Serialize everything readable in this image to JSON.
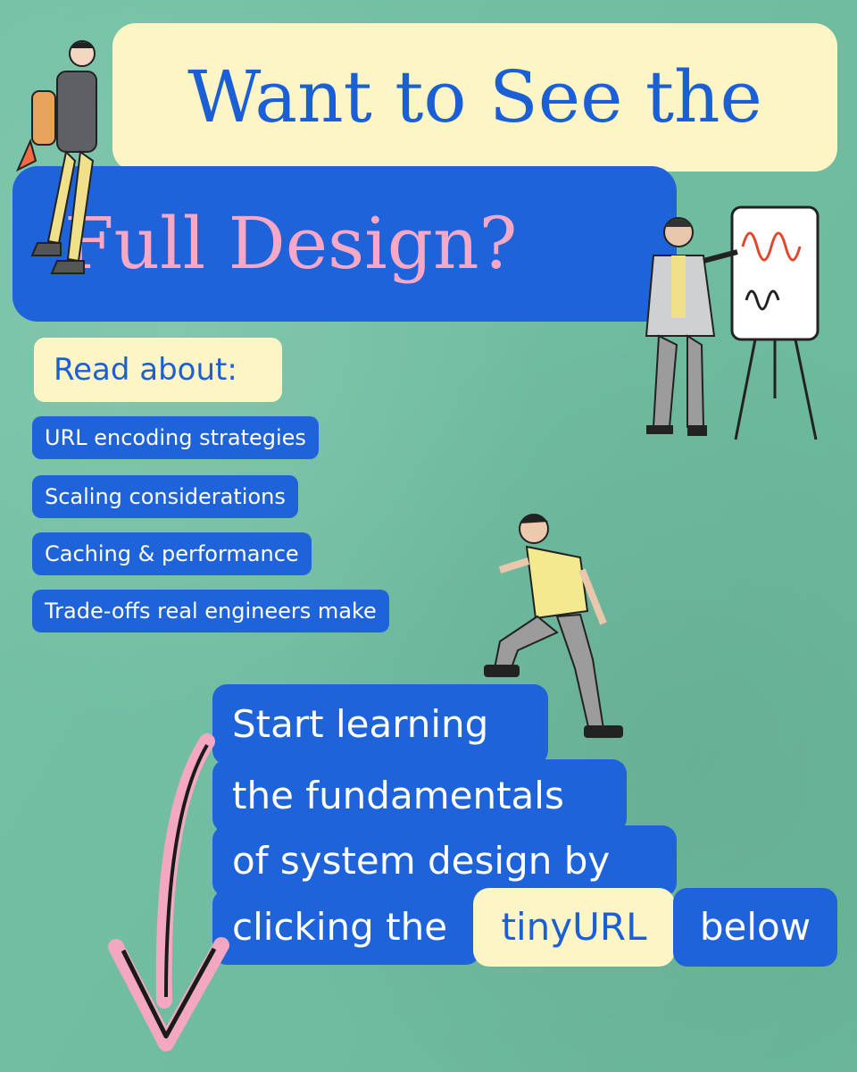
{
  "headline": {
    "line1": "Want to See the",
    "line2": "Full Design?"
  },
  "read_about": {
    "label": "Read about:",
    "items": [
      "URL encoding strategies",
      "Scaling considerations",
      "Caching & performance",
      "Trade-offs real engineers make"
    ]
  },
  "cta": {
    "line1": "Start learning",
    "line2": "the fundamentals",
    "line3": "of system design by",
    "line4_prefix": "clicking the",
    "link_text": "tinyURL",
    "line4_suffix": "below"
  },
  "colors": {
    "background": "#6fbfa2",
    "cream": "#fdf5c5",
    "blue": "#1f63db",
    "pink": "#f6a8c6",
    "text_blue": "#1a5fd6"
  },
  "illustrations": [
    "jetpack-man-icon",
    "presenter-at-easel-icon",
    "climbing-man-icon",
    "down-arrow-icon"
  ]
}
